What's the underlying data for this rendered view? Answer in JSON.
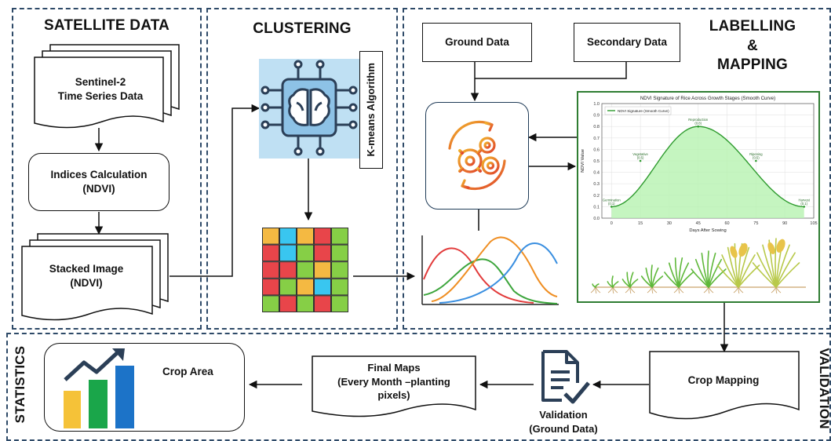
{
  "sections": {
    "satellite": "SATELLITE DATA",
    "clustering": "CLUSTERING",
    "labelling_line1": "LABELLING",
    "labelling_amp": "&",
    "labelling_line2": "MAPPING",
    "statistics": "STATISTICS",
    "validation": "VALIDATION"
  },
  "satellite": {
    "sentinel": "Sentinel-2\nTime Series Data",
    "indices": "Indices Calculation\n(NDVI)",
    "stacked": "Stacked Image\n(NDVI)"
  },
  "clustering": {
    "algorithm": "K-means Algorithm",
    "grid_colors": [
      [
        "#f4b942",
        "#39c6f0",
        "#f4b942",
        "#e8454a",
        "#86cf46"
      ],
      [
        "#e8454a",
        "#39c6f0",
        "#86cf46",
        "#e8454a",
        "#86cf46"
      ],
      [
        "#e8454a",
        "#e8454a",
        "#86cf46",
        "#f4b942",
        "#86cf46"
      ],
      [
        "#e8454a",
        "#86cf46",
        "#f4b942",
        "#39c6f0",
        "#86cf46"
      ],
      [
        "#86cf46",
        "#e8454a",
        "#86cf46",
        "#e8454a",
        "#86cf46"
      ]
    ]
  },
  "labelling": {
    "ground": "Ground Data",
    "secondary": "Secondary Data"
  },
  "chart_data": {
    "type": "area",
    "title": "NDVI Signature of Rice Across Growth Stages (Smooth Curve)",
    "xlabel": "Days After Sowing",
    "ylabel": "NDVI Value",
    "legend": "NDVI Signature (Smooth Curve)",
    "legend_position": "top-left",
    "xlim": [
      -5,
      105
    ],
    "ylim": [
      0,
      1.0
    ],
    "x_ticks": [
      0,
      15,
      30,
      45,
      60,
      75,
      90,
      105
    ],
    "y_ticks": [
      0.0,
      0.1,
      0.2,
      0.3,
      0.4,
      0.5,
      0.6,
      0.7,
      0.8,
      0.9,
      1.0
    ],
    "grid": true,
    "color": "#2e9b2e",
    "fill": "#b7f2b0",
    "curve": {
      "baseline": 0.1,
      "peak": 0.8,
      "peak_day": 45,
      "end_day": 100
    },
    "annotations": [
      {
        "x": 0,
        "y": 0.1,
        "text": "Germination",
        "sub": "(0.1)"
      },
      {
        "x": 15,
        "y": 0.5,
        "text": "Vegetative",
        "sub": "(0.5)"
      },
      {
        "x": 45,
        "y": 0.8,
        "text": "Reproduction",
        "sub": "(0.8)"
      },
      {
        "x": 75,
        "y": 0.5,
        "text": "Ripening",
        "sub": "(0.5)"
      },
      {
        "x": 100,
        "y": 0.1,
        "text": "Harvest",
        "sub": "(0.1)"
      }
    ]
  },
  "bottom": {
    "crop_mapping": "Crop Mapping",
    "validation_label": "Validation\n(Ground Data)",
    "final_maps": "Final Maps\n(Every Month –planting\npixels)",
    "crop_area": "Crop Area"
  },
  "colors": {
    "panel_border": "#2e4a68",
    "chart_border": "#2f7d32",
    "bar_yellow": "#f5c238",
    "bar_green": "#1aa64a",
    "bar_blue": "#1c73c8"
  }
}
